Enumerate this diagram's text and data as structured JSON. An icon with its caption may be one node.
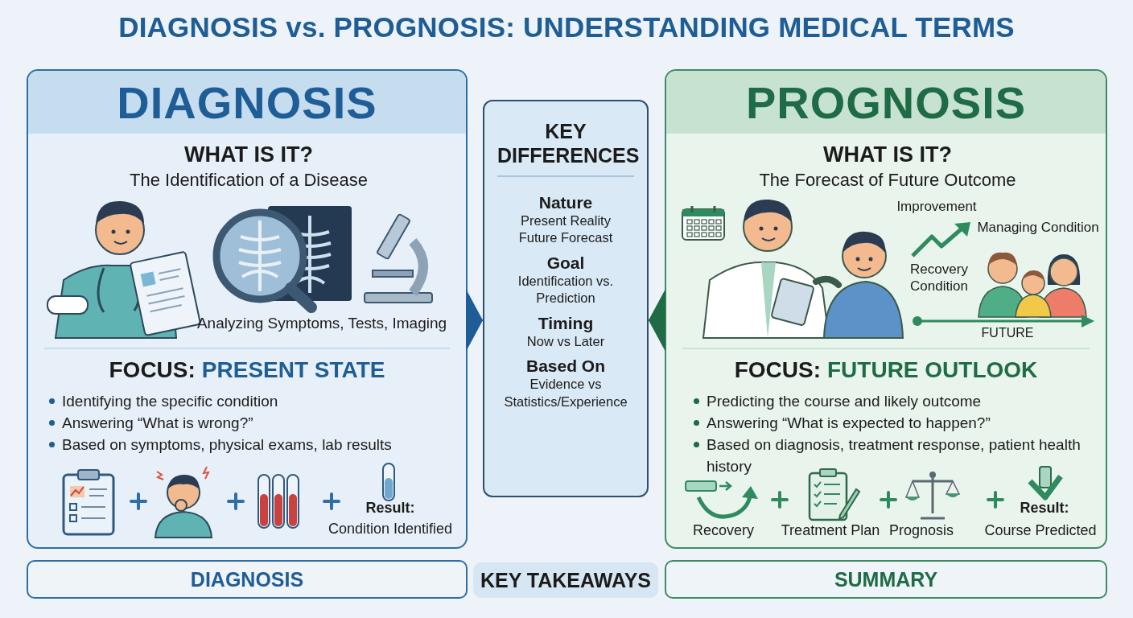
{
  "diagram": {
    "title": "DIAGNOSIS vs. PROGNOSIS: UNDERSTANDING MEDICAL TERMS",
    "nodes": [
      {
        "text": [
          "DIAGNOSIS",
          "WHAT IS IT?",
          "The Identification of a Disease",
          "FOCUS:",
          "PRESENT STATE"
        ]
      },
      {
        "text": [
          "KEY DIFFERENCES",
          "Nature",
          "Present Reality Future Forecast",
          "Goal",
          "Identification vs. Prediction",
          "Timing",
          "Now vs Later",
          "Based On",
          "Evidence vs Statistics/Experience"
        ]
      },
      {
        "text": [
          "PROGNOSIS",
          "WHAT IS IT?",
          "The Forecast of Future Outcome",
          "FOCUS:",
          "FUTURE OUTLOOK"
        ]
      },
      {
        "text": [
          "DIAGNOSIS"
        ]
      },
      {
        "text": [
          "KEY TAKEAWAYS"
        ]
      },
      {
        "text": [
          "SUMMARY"
        ]
      }
    ],
    "edges": [
      {
        "from": 0,
        "to": 1,
        "arrow": "to",
        "color": "#1f5d96"
      },
      {
        "from": 2,
        "to": 1,
        "arrow": "to",
        "color": "#1e6b45"
      }
    ],
    "labels": [
      "Analyzing Symptoms, Tests, Imaging",
      "Identifying the specific condition",
      "Answering “What is wrong?”",
      "Based on symptoms, physical exams, lab results",
      "Result:",
      "Condition Identified",
      "Improvement",
      "Managing Condition",
      "Recovery Condition",
      "FUTURE",
      "Predicting the course and likely outcome",
      "Answering “What is expected to happen?”",
      "Based on diagnosis, treatment response, patient health history",
      "Recovery",
      "Treatment Plan",
      "Prognosis",
      "Result:",
      "Course Predicted"
    ]
  }
}
